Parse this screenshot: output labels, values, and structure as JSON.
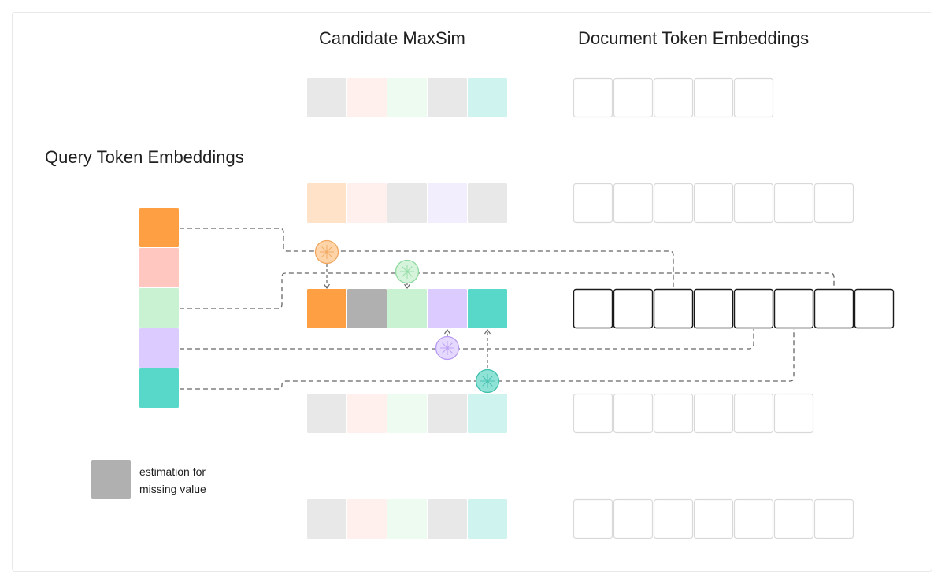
{
  "headings": {
    "candidate": "Candidate MaxSim",
    "document": "Document Token Embeddings",
    "query": "Query Token Embeddings"
  },
  "legend": {
    "line1": "estimation for",
    "line2": "missing value",
    "color": "#b0b0b0"
  },
  "colors": {
    "orange": "#ff9f43",
    "pink": "#ffc7c0",
    "green": "#c8f2d2",
    "purple": "#dccbff",
    "teal": "#57d8c8",
    "gray": "#b0b0b0",
    "light_gray": "#e8e8e8",
    "light_orange": "#ffe2c8",
    "light_pink": "#fff0ee",
    "light_green": "#eefbf1",
    "light_purple": "#f2eefe",
    "light_teal": "#cff3ee",
    "doc_border": "#d9d9d9",
    "doc_active_border": "#1a1a1a",
    "connector": "#666666"
  },
  "query_tokens": [
    "orange",
    "pink",
    "green",
    "purple",
    "teal"
  ],
  "candidate_rows": [
    [
      "light_gray",
      "light_pink",
      "light_green",
      "light_gray",
      "light_teal"
    ],
    [
      "light_orange",
      "light_pink",
      "light_gray",
      "light_purple",
      "light_gray"
    ],
    [
      "orange",
      "gray",
      "green",
      "purple",
      "teal"
    ],
    [
      "light_gray",
      "light_pink",
      "light_green",
      "light_gray",
      "light_teal"
    ],
    [
      "light_gray",
      "light_pink",
      "light_green",
      "light_gray",
      "light_teal"
    ]
  ],
  "document_rows": [
    5,
    7,
    8,
    6,
    7
  ],
  "active_row": 2,
  "maxsim_markers": [
    {
      "token": "orange",
      "fill": "#ffd4a8",
      "stroke": "#f0a860",
      "direction": "down"
    },
    {
      "token": "green",
      "fill": "#d6f4dc",
      "stroke": "#8ed9a0",
      "direction": "down"
    },
    {
      "token": "purple",
      "fill": "#e6d9ff",
      "stroke": "#b99bf2",
      "direction": "up"
    },
    {
      "token": "teal",
      "fill": "#8fe2d6",
      "stroke": "#3fbfae",
      "direction": "up"
    }
  ]
}
